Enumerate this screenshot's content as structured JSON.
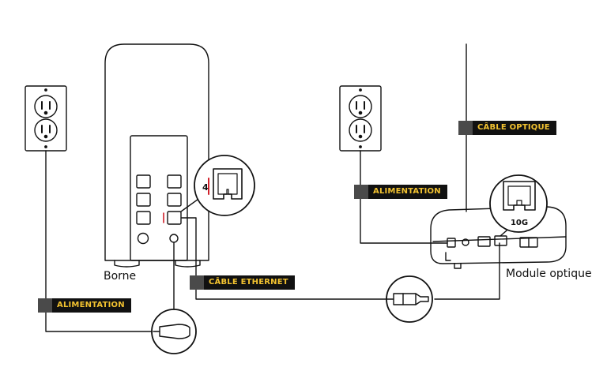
{
  "labels": {
    "borne": "Borne",
    "module_optique": "Module optique",
    "port_number": "4",
    "port_speed": "10G"
  },
  "tags": {
    "alimentation_left": "ALIMENTATION",
    "alimentation_right": "ALIMENTATION",
    "cable_ethernet": "CÂBLE ETHERNET",
    "cable_optique": "CÂBLE OPTIQUE"
  },
  "colors": {
    "line": "#111111",
    "tag_background": "#111111",
    "tag_accent": "#4a4a4a",
    "tag_text": "#f2c230",
    "port_marker": "#d0202a"
  }
}
